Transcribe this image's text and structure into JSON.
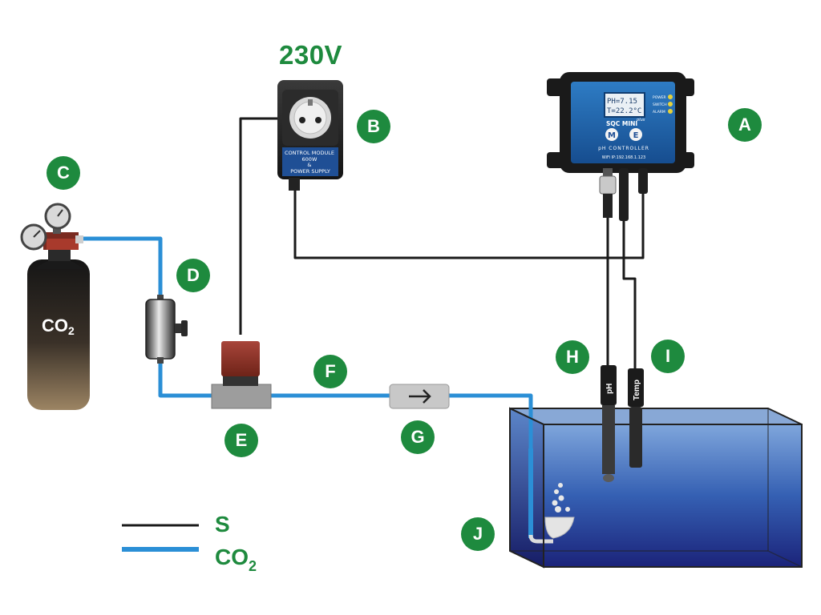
{
  "labels": {
    "voltage": "230V",
    "A": "A",
    "B": "B",
    "C": "C",
    "D": "D",
    "E": "E",
    "F": "F",
    "G": "G",
    "H": "H",
    "I": "I",
    "J": "J"
  },
  "controller": {
    "screen_line1": "PH=7.15",
    "screen_line2": "T=22.2°C",
    "indicator_power": "POWER",
    "indicator_switch": "SWITCH",
    "indicator_alarm": "ALARM",
    "brand": "SQC MINI",
    "brand_sup": "plus",
    "button_m": "M",
    "button_e": "E",
    "title": "pH CONTROLLER",
    "wifi": "WiFi  IP:192.168.1.123"
  },
  "power_module": {
    "line1": "CONTROL MODULE",
    "line2": "600W",
    "line3": "&",
    "line4": "POWER SUPPLY"
  },
  "cylinder": {
    "label": "CO",
    "label_sub": "2"
  },
  "probes": {
    "ph": "pH",
    "temp": "Temp"
  },
  "legend": {
    "signal_label": "S",
    "co2_label": "CO",
    "co2_sub": "2"
  },
  "colors": {
    "badge": "#1e8a3e",
    "signal_line": "#1a1a1a",
    "co2_line": "#2b8fd6",
    "tank_water": "#1b3a8c"
  }
}
